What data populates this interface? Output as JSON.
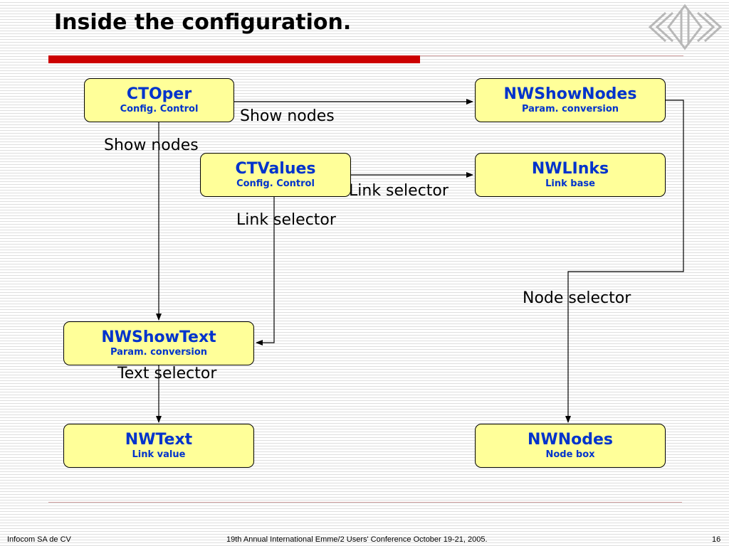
{
  "slide": {
    "title": "Inside the configuration.",
    "colors": {
      "accent": "#cc0000",
      "node_fill": "#ffff99",
      "node_text": "#0033cc"
    }
  },
  "nodes": [
    {
      "id": "ctoper",
      "title": "CTOper",
      "subtitle": "Config. Control"
    },
    {
      "id": "nwshownodes",
      "title": "NWShowNodes",
      "subtitle": "Param. conversion"
    },
    {
      "id": "ctvalues",
      "title": "CTValues",
      "subtitle": "Config. Control"
    },
    {
      "id": "nwlinks",
      "title": "NWLInks",
      "subtitle": "Link base"
    },
    {
      "id": "nwshowtext",
      "title": "NWShowText",
      "subtitle": "Param. conversion"
    },
    {
      "id": "nwtext",
      "title": "NWText",
      "subtitle": "Link value"
    },
    {
      "id": "nwnodes",
      "title": "NWNodes",
      "subtitle": "Node box"
    }
  ],
  "edge_labels": {
    "ctoper_to_nwshownodes": "Show nodes",
    "ctoper_to_nwshowtext": "Show nodes",
    "ctvalues_to_nwlinks": "Link selector",
    "ctvalues_to_nwshowtext": "Link selector",
    "nwshownodes_to_nwnodes": "Node selector",
    "nwshowtext_to_nwtext": "Text selector"
  },
  "footer": {
    "left": "Infocom SA de CV",
    "center": "19th Annual International Emme/2 Users' Conference October 19-21, 2005.",
    "page": "16"
  }
}
